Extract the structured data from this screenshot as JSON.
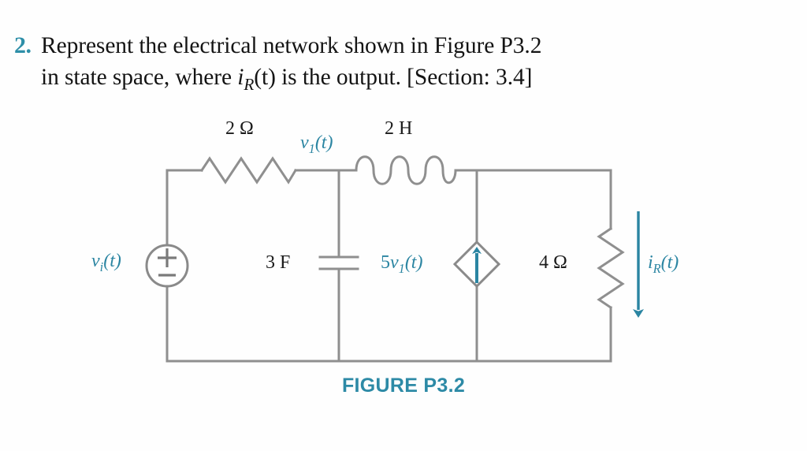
{
  "problem": {
    "number": "2.",
    "line1_part1": "Represent the electrical network shown in Figure P3.2",
    "line2_part1": "in state space, where ",
    "line2_var_main": "i",
    "line2_var_sub": "R",
    "line2_part2": "(t) is the output. [Section: 3.4]"
  },
  "figure": {
    "caption": "FIGURE P3.2",
    "colors": {
      "teal": "#2b85a2",
      "wire": "#8a8a8a",
      "component": "#6f6f6f",
      "text": "#141414"
    },
    "labels": {
      "resistor_top": {
        "value": "2",
        "unit": "Ω",
        "full": "2 Ω"
      },
      "inductor": {
        "value": "2",
        "unit": "H",
        "full": "2 H"
      },
      "node_voltage": {
        "main": "v",
        "sub": "1",
        "arg": "(t)",
        "full": "v₁(t)"
      },
      "source_input": {
        "main": "v",
        "sub": "i",
        "arg": "(t)",
        "full": "vᵢ(t)"
      },
      "capacitor": {
        "value": "3",
        "unit": "F",
        "full": "3 F"
      },
      "dependent_source": {
        "gain": "5",
        "main": "v",
        "sub": "1",
        "arg": "(t)",
        "full": "5v₁(t)"
      },
      "resistor_right": {
        "value": "4",
        "unit": "Ω",
        "full": "4 Ω"
      },
      "output_current": {
        "main": "i",
        "sub": "R",
        "arg": "(t)",
        "full": "i_R(t)"
      }
    },
    "components": [
      {
        "name": "voltage-source",
        "type": "independent-voltage-source",
        "label": "vᵢ(t)",
        "polarity_top": "+",
        "polarity_bottom": "−"
      },
      {
        "name": "resistor-2ohm",
        "type": "resistor",
        "label": "2 Ω",
        "orientation": "horizontal"
      },
      {
        "name": "inductor-2h",
        "type": "inductor",
        "label": "2 H",
        "orientation": "horizontal",
        "coils": 4
      },
      {
        "name": "capacitor-3f",
        "type": "capacitor",
        "label": "3 F",
        "orientation": "vertical"
      },
      {
        "name": "dependent-current-source",
        "type": "dependent-current-source",
        "label": "5v₁(t)",
        "arrow_direction": "up"
      },
      {
        "name": "resistor-4ohm",
        "type": "resistor",
        "label": "4 Ω",
        "orientation": "vertical"
      },
      {
        "name": "current-arrow-ir",
        "type": "current-arrow",
        "label": "i_R(t)",
        "arrow_direction": "down"
      }
    ]
  }
}
